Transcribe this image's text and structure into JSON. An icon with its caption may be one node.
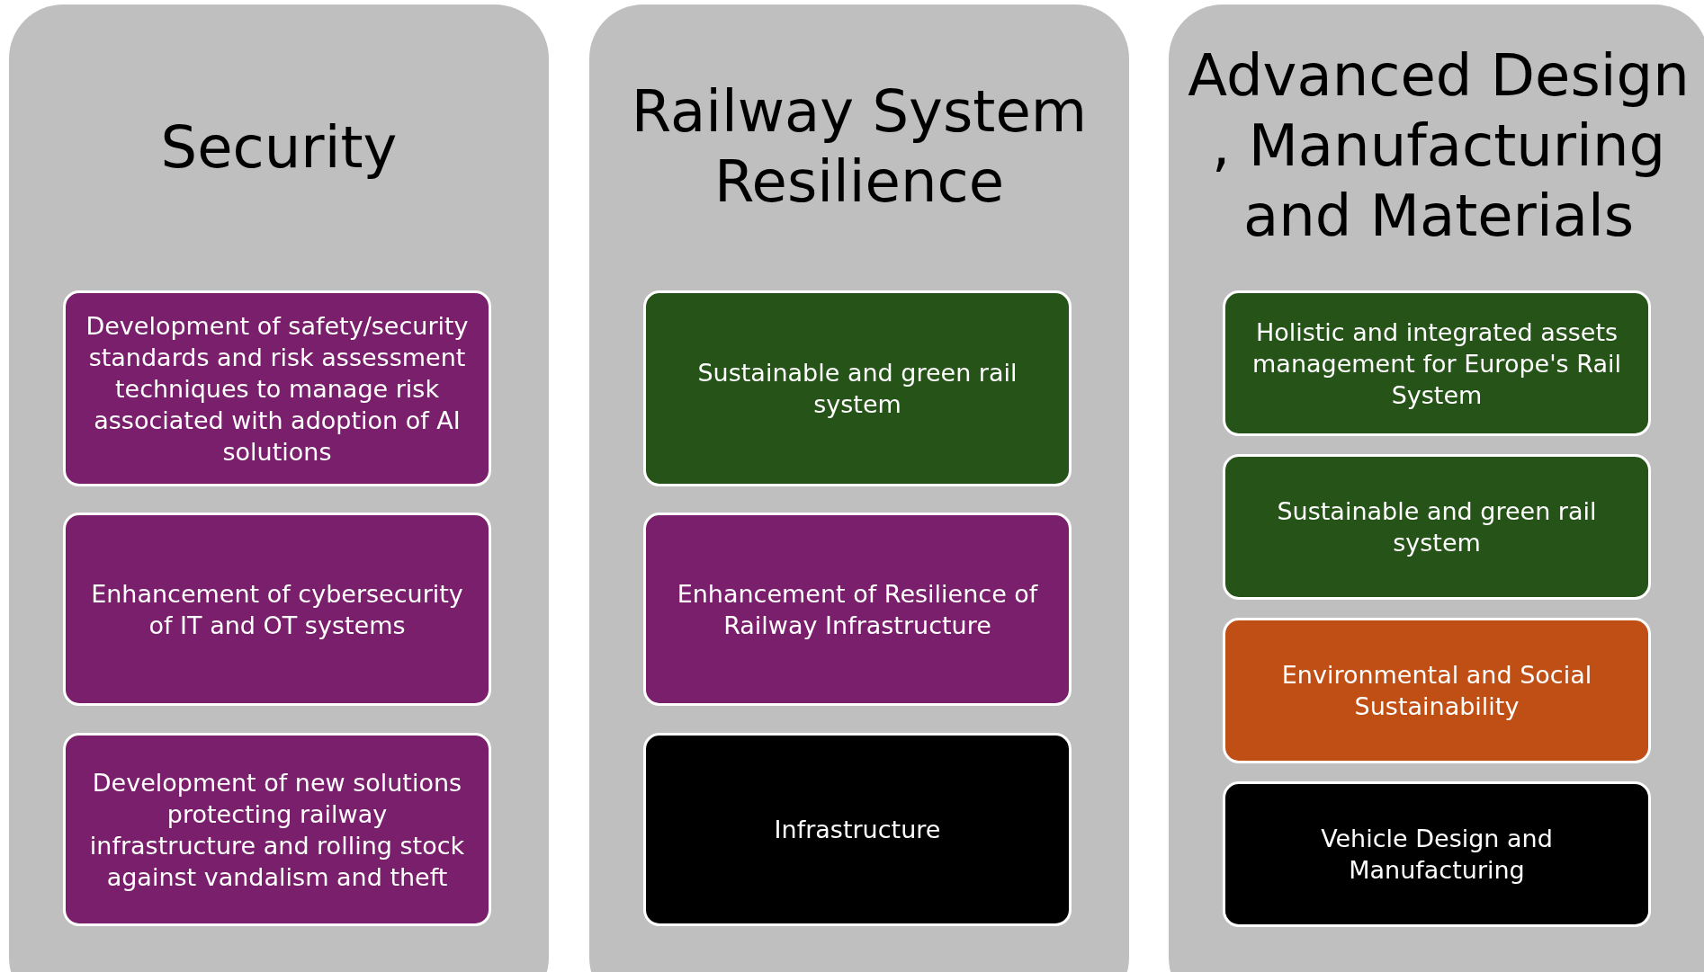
{
  "diagram": {
    "nodes": [
      {
        "text": [
          "Security"
        ]
      },
      {
        "text": [
          "Development of safety/security standards and risk assessment techniques to manage risk associated with adoption of AI solutions"
        ],
        "in": 0
      },
      {
        "text": [
          "Enhancement of cybersecurity of IT and OT systems"
        ],
        "in": 0
      },
      {
        "text": [
          "Development of new solutions protecting railway infrastructure and rolling stock against vandalism and theft"
        ],
        "in": 0
      },
      {
        "text": [
          "Railway System Resilience"
        ]
      },
      {
        "text": [
          "Sustainable and green rail system"
        ],
        "in": 4
      },
      {
        "text": [
          "Enhancement of Resilience of Railway Infrastructure"
        ],
        "in": 4
      },
      {
        "text": [
          "Infrastructure"
        ],
        "in": 4
      },
      {
        "text": [
          "Advanced Design , Manufacturing and Materials"
        ]
      },
      {
        "text": [
          "Holistic and integrated assets management for Europe's Rail System"
        ],
        "in": 8
      },
      {
        "text": [
          "Sustainable and green rail system"
        ],
        "in": 8
      },
      {
        "text": [
          "Environmental and Social Sustainability"
        ],
        "in": 8
      },
      {
        "text": [
          "Vehicle Design and Manufacturing"
        ],
        "in": 8
      }
    ]
  }
}
